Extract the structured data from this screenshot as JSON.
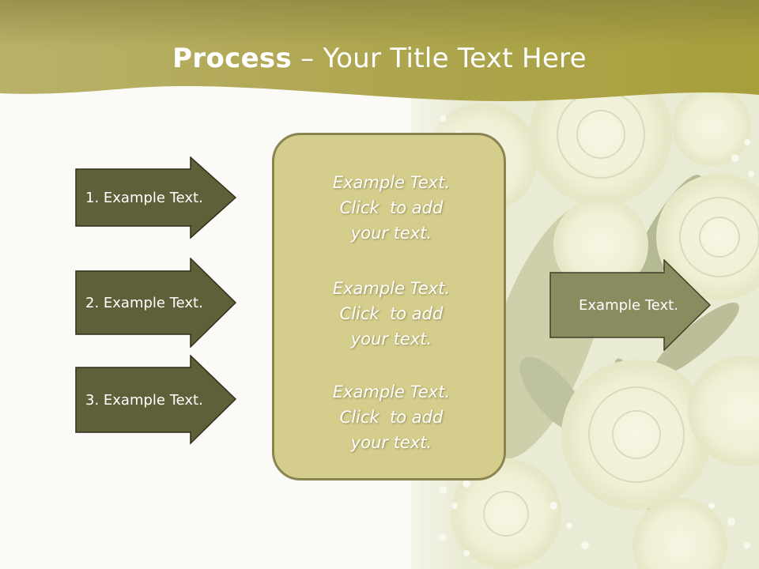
{
  "slide": {
    "title_bold": "Process",
    "title_rest": " – Your Title Text Here",
    "left_steps": [
      {
        "label": "1. Example Text."
      },
      {
        "label": "2. Example Text."
      },
      {
        "label": "3. Example Text."
      }
    ],
    "center_blocks": [
      {
        "line1": "Example Text.",
        "line2": "Click  to add",
        "line3": "your text."
      },
      {
        "line1": "Example Text.",
        "line2": "Click  to add",
        "line3": "your text."
      },
      {
        "line1": "Example Text.",
        "line2": "Click  to add",
        "line3": "your text."
      }
    ],
    "right_arrow": {
      "label": "Example Text."
    }
  },
  "colors": {
    "header": "#a8a155",
    "dark_arrow": "#5f5f3a",
    "light_arrow": "#8a8c60",
    "center_box": "#d4cd8c",
    "center_border": "#8a8450",
    "text": "#ffffff"
  }
}
